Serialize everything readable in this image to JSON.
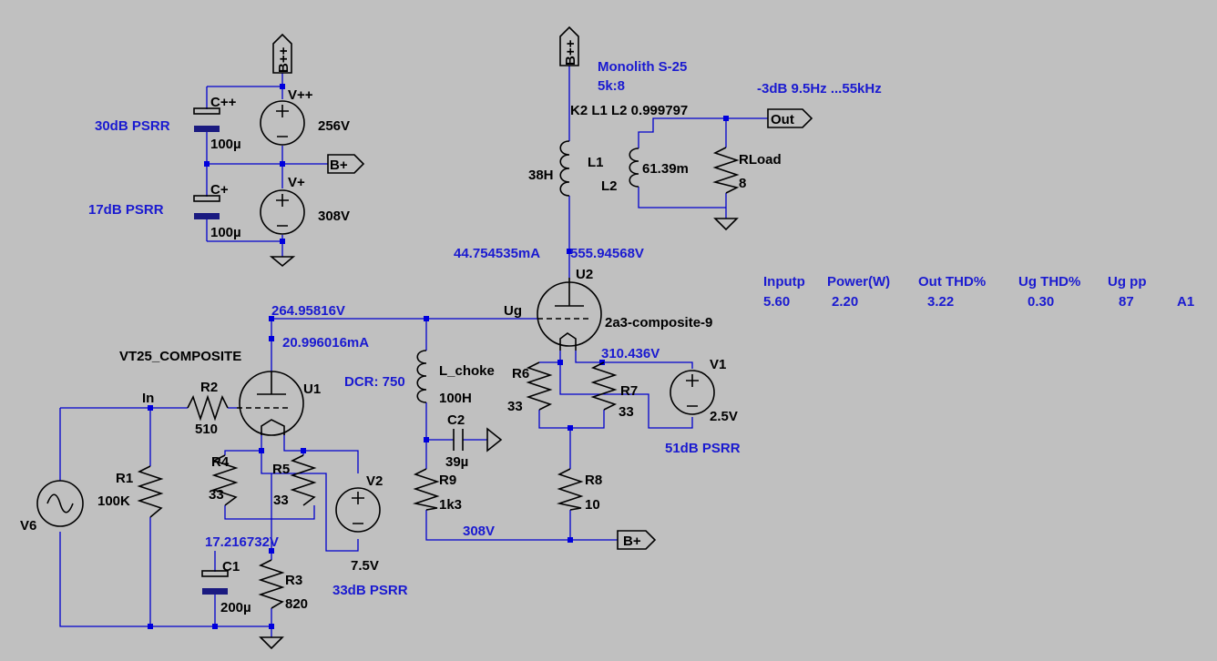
{
  "ports": {
    "bpp_left": "B++",
    "bpp_right": "B++",
    "bp_top": "B+",
    "bp_bottom": "B+",
    "out": "Out"
  },
  "supply": {
    "cpp_name": "C++",
    "cpp_value": "100µ",
    "cpp_psrr": "30dB PSRR",
    "vpp_name": "V++",
    "vpp_value": "256V",
    "cp_name": "C+",
    "cp_value": "100µ",
    "cp_psrr": "17dB PSRR",
    "vp_name": "V+",
    "vp_value": "308V"
  },
  "transformer": {
    "title": "Monolith S-25",
    "ratio": "5k:8",
    "coupling": "K2 L1 L2 0.999797",
    "l1_name": "L1",
    "l1_value": "38H",
    "l2_name": "L2",
    "l2_value": "61.39m",
    "rload_name": "RLoad",
    "rload_value": "8",
    "bandwidth": "-3dB  9.5Hz ...55kHz"
  },
  "output_stage": {
    "plate_current": "44.754535mA",
    "plate_voltage": "555.94568V",
    "tube_name": "U2",
    "tube_model": "2a3-composite-9",
    "grid_label": "Ug",
    "r6_name": "R6",
    "r6_value": "33",
    "r7_name": "R7",
    "r7_value": "33",
    "filament_voltage": "310.436V",
    "v1_name": "V1",
    "v1_value": "2.5V",
    "v1_psrr": "51dB PSRR",
    "r8_name": "R8",
    "r8_value": "10"
  },
  "interstage": {
    "node_voltage": "264.95816V",
    "choke_dcr": "DCR: 750",
    "choke_name": "L_choke",
    "choke_value": "100H",
    "c2_name": "C2",
    "c2_value": "39µ",
    "r9_name": "R9",
    "r9_value": "1k3",
    "bplus_voltage": "308V"
  },
  "driver_stage": {
    "tube_model": "VT25_COMPOSITE",
    "tube_name": "U1",
    "plate_current": "20.996016mA",
    "input_label": "In",
    "r2_name": "R2",
    "r2_value": "510",
    "r1_name": "R1",
    "r1_value": "100K",
    "v6_name": "V6",
    "r4_name": "R4",
    "r4_value": "33",
    "r5_name": "R5",
    "r5_value": "33",
    "v2_name": "V2",
    "v2_value": "7.5V",
    "v2_psrr": "33dB PSRR",
    "cathode_voltage": "17.216732V",
    "c1_name": "C1",
    "c1_value": "200µ",
    "r3_name": "R3",
    "r3_value": "820"
  },
  "results": {
    "headers": [
      "Inputp",
      "Power(W)",
      "Out THD%",
      "Ug THD%",
      "Ug pp"
    ],
    "values": [
      "5.60",
      "2.20",
      "3.22",
      "0.30",
      "87"
    ],
    "label": "A1"
  }
}
